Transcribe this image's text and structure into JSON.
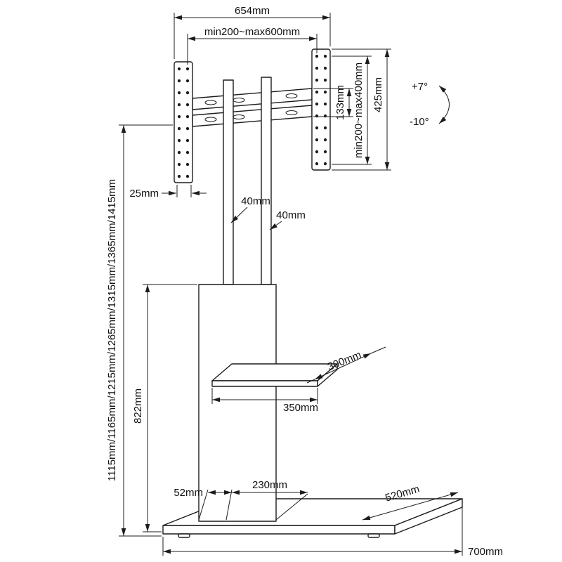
{
  "labels": {
    "top_width": "654mm",
    "vesa_width": "min200~max600mm",
    "rail_height": "133mm",
    "vesa_height": "min200~max400mm",
    "bracket_height": "425mm",
    "tilt_up": "+7°",
    "tilt_down": "-10°",
    "plate_depth": "25mm",
    "post_width_left": "40mm",
    "post_width_right": "40mm",
    "overall_heights": "1115mm/1165mm/1215mm/1265mm/1315mm/1365mm/1415mm",
    "column_height": "822mm",
    "shelf_depth": "300mm",
    "shelf_width": "350mm",
    "column_depth": "52mm",
    "column_width": "230mm",
    "base_depth": "520mm",
    "base_width": "700mm"
  },
  "colors": {
    "line": "#1c1c1c",
    "background": "#ffffff"
  }
}
